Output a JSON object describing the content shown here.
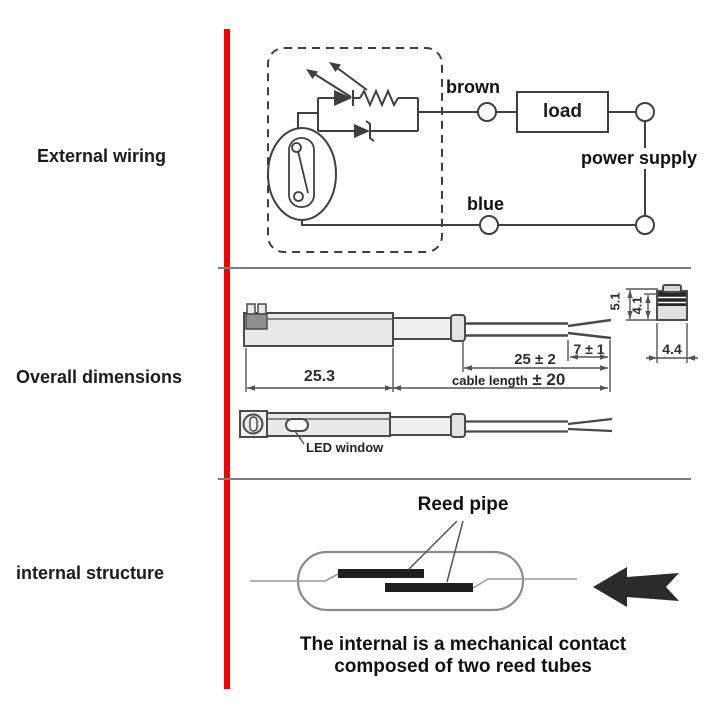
{
  "sections": {
    "external_wiring": {
      "label": "External wiring"
    },
    "overall_dimensions": {
      "label": "Overall dimensions"
    },
    "internal_structure": {
      "label": "internal structure"
    }
  },
  "wiring": {
    "brown": "brown",
    "blue": "blue",
    "load": "load",
    "power_supply": "power supply"
  },
  "dims": {
    "body_length": "25.3",
    "strip_length": "7 ± 1",
    "lead_length": "25 ± 2",
    "cable_length_label": "cable length",
    "cable_length_tol": "± 20",
    "height_total": "5.1",
    "height_body": "4.1",
    "width": "4.4",
    "led_window": "LED window"
  },
  "internal": {
    "reed_pipe": "Reed pipe",
    "caption_line1": "The internal is a mechanical contact",
    "caption_line2": "composed of two reed tubes"
  },
  "colors": {
    "section_divider_red": "#f20000",
    "separator_gray": "#7d7d7d",
    "line_gray": "#3f3f3f",
    "reed_black": "#1e1e1e"
  }
}
